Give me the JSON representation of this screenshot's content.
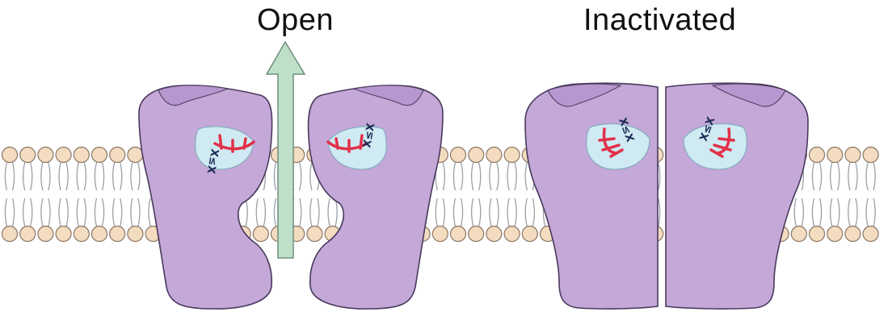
{
  "panels": {
    "open": {
      "label": "Open"
    },
    "inactivated": {
      "label": "Inactivated"
    }
  },
  "sensor_text": "X≤X",
  "colors": {
    "protein_fill": "#c3a8d8",
    "protein_stroke": "#4a3a5c",
    "pocket_fill": "#cfeaf2",
    "gate_red": "#e23048",
    "arrow_fill": "#bfdfc9",
    "arrow_stroke": "#6f8f7e",
    "lipid_head": "#f3dcc0",
    "lipid_head_stroke": "#8a7565",
    "lipid_tail": "#9aa0a8"
  }
}
